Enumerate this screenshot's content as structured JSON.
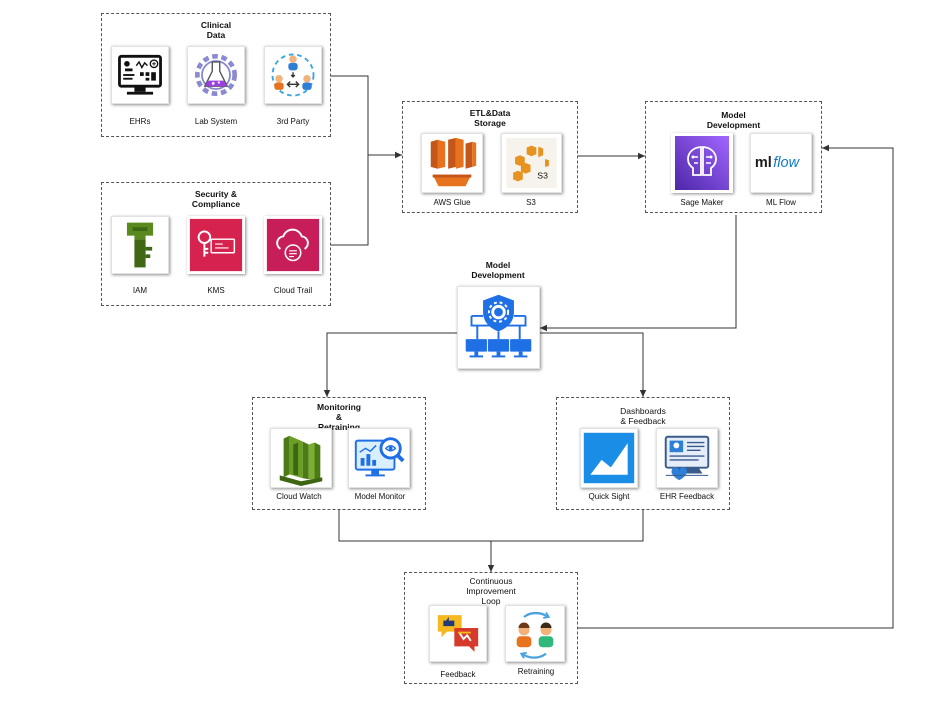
{
  "groups": {
    "clinical": {
      "title": "Clinical\nData",
      "items": [
        "EHRs",
        "Lab System",
        "3rd Party"
      ]
    },
    "security": {
      "title": "Security &\nCompliance",
      "items": [
        "IAM",
        "KMS",
        "Cloud Trail"
      ]
    },
    "etl": {
      "title": "ETL&Data\nStorage",
      "items": [
        "AWS Glue",
        "S3"
      ]
    },
    "model_dev": {
      "title": "Model\nDevelopment",
      "items": [
        "Sage Maker",
        "ML Flow"
      ]
    },
    "deploy": {
      "title": "Model\nDevelopment"
    },
    "monitoring": {
      "title": "Monitoring\n&\nRetraining",
      "items": [
        "Cloud Watch",
        "Model Monitor"
      ]
    },
    "dashboards": {
      "title": "Dashboards\n& Feedback",
      "items": [
        "Quick Sight",
        "EHR Feedback"
      ]
    },
    "improvement": {
      "title": "Continuous\nImprovement\nLoop",
      "items": [
        "Feedback",
        "Retraining"
      ]
    }
  },
  "icons": {
    "ehrs": "monitor-dashboard-icon",
    "lab": "flask-gear-icon",
    "third_party": "people-exchange-icon",
    "iam": "iam-key-icon",
    "kms": "kms-key-icon",
    "cloudtrail": "cloud-trail-icon",
    "glue": "aws-glue-icon",
    "s3": "s3-buckets-icon",
    "sagemaker": "sagemaker-brain-icon",
    "mlflow": "mlflow-logo-icon",
    "deploy": "shield-network-icon",
    "cloudwatch": "cloudwatch-icon",
    "model_monitor": "monitor-magnifier-icon",
    "quicksight": "quicksight-icon",
    "ehr_feedback": "ehr-feedback-icon",
    "feedback": "chat-feedback-icon",
    "retraining": "people-cycle-icon"
  },
  "text": {
    "mlflow_ml": "ml",
    "mlflow_flow": "flow",
    "s3_label": "S3"
  },
  "colors": {
    "aws_orange": "#e8731f",
    "aws_green": "#5a8a1f",
    "aws_red": "#d6224f",
    "aws_purple": "#7b2fe0",
    "aws_blue": "#1a8ee6",
    "mlflow_blue": "#0f7bc4",
    "deploy_blue": "#1f6fe5",
    "line": "#333333"
  }
}
